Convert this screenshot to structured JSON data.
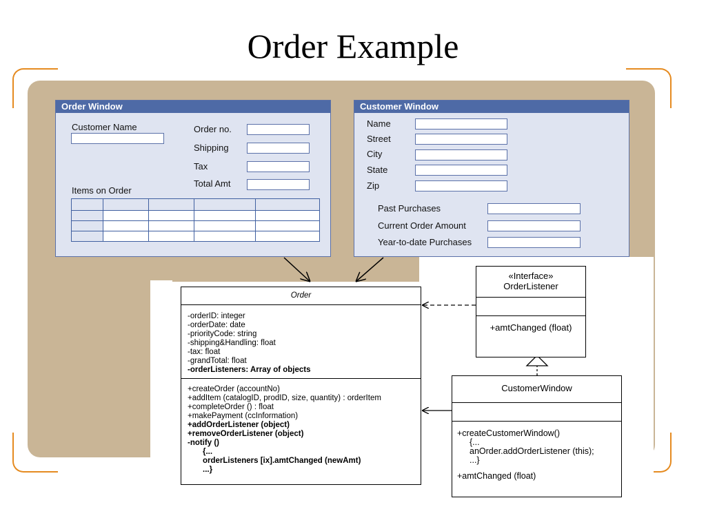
{
  "slide": {
    "title": "Order Example"
  },
  "colors": {
    "accent": "#e58a1f",
    "window_title": "#4e6aa6",
    "background": "#c9b596"
  },
  "order_window": {
    "title": "Order Window",
    "customer_name_label": "Customer Name",
    "order_no_label": "Order no.",
    "shipping_label": "Shipping",
    "tax_label": "Tax",
    "total_amt_label": "Total Amt",
    "items_label": "Items on Order"
  },
  "customer_window": {
    "title": "Customer Window",
    "name_label": "Name",
    "street_label": "Street",
    "city_label": "City",
    "state_label": "State",
    "zip_label": "Zip",
    "past_purchases_label": "Past Purchases",
    "current_order_label": "Current Order Amount",
    "ytd_label": "Year-to-date Purchases"
  },
  "order_class": {
    "name": "Order",
    "attributes": [
      "-orderID: integer",
      "-orderDate: date",
      "-priorityCode: string",
      "-shipping&Handling: float",
      "-tax: float",
      "-grandTotal: float"
    ],
    "attribute_bold": "-orderListeners: Array of objects",
    "methods": [
      "+createOrder (accountNo)",
      "+addItem (catalogID, prodID, size, quantity) : orderItem",
      "+completeOrder () : float",
      "+makePayment (ccInformation)"
    ],
    "methods_bold": [
      "+addOrderListener (object)",
      "+removeOrderListener (object)",
      "-notify ()",
      "{...",
      "orderListeners [ix].amtChanged (newAmt)",
      "...}"
    ]
  },
  "interface_class": {
    "stereotype": "«Interface»",
    "name": "OrderListener",
    "method": "+amtChanged (float)"
  },
  "customer_class": {
    "name": "CustomerWindow",
    "methods": [
      "+createCustomerWindow()",
      "{...",
      "anOrder.addOrderListener (this);",
      "...}"
    ],
    "method_last": "+amtChanged (float)"
  }
}
